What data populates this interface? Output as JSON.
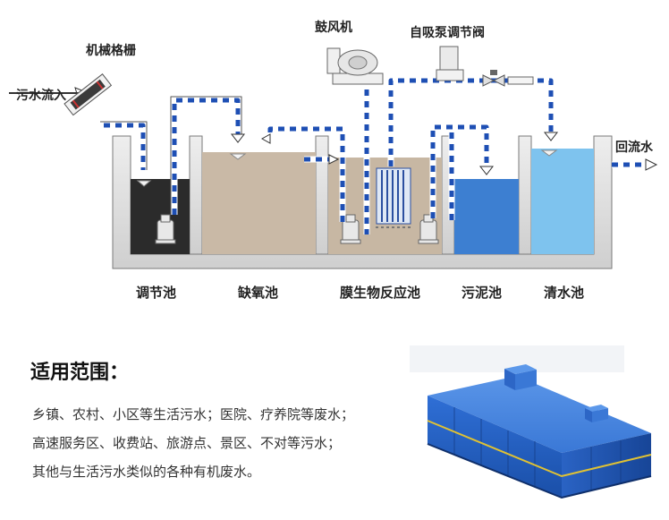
{
  "diagram": {
    "labels": {
      "inflow": "污水流入",
      "screen": "机械格栅",
      "blower": "鼓风机",
      "pump_valve": "自吸泵调节阀",
      "return_flow": "回流水"
    },
    "tanks": [
      {
        "name": "调节池",
        "color": "#2b2b2b"
      },
      {
        "name": "缺氧池",
        "color": "#c9b9a6"
      },
      {
        "name": "膜生物反应池",
        "color": "#c7b7a3"
      },
      {
        "name": "污泥池",
        "color": "#3d7fd1"
      },
      {
        "name": "清水池",
        "color": "#7ec3ee"
      }
    ],
    "colors": {
      "pipe_blue": "#1e4fb4",
      "pipe_white": "#ffffff",
      "wall": "#d9d9d9",
      "wall_outline": "#7a7a7a"
    }
  },
  "scope": {
    "title": "适用范围：",
    "lines": [
      "乡镇、农村、小区等生活污水；医院、疗养院等废水；",
      "高速服务区、收费站、旅游点、景区、不对等污水；",
      "其他与生活污水类似的各种有机废水。"
    ]
  },
  "product": {
    "icon": "equipment-tank-icon",
    "color": "#1e5cc8"
  }
}
